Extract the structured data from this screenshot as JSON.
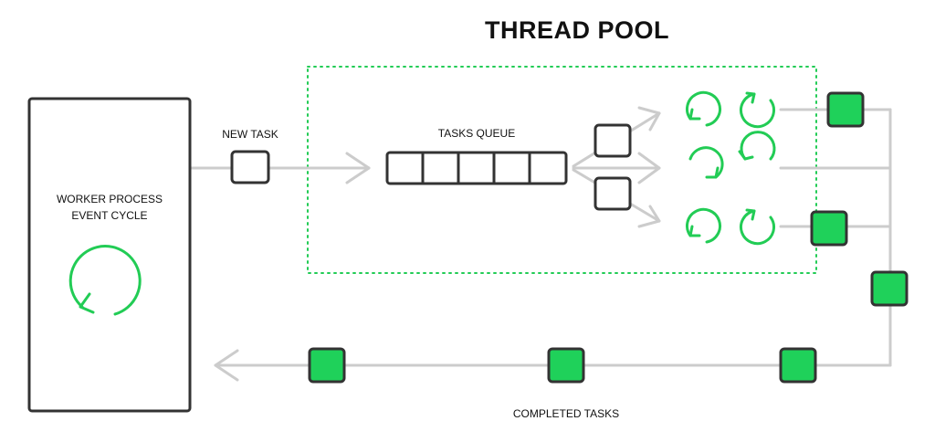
{
  "title": "THREAD POOL",
  "worker": {
    "line1": "WORKER PROCESS",
    "line2": "EVENT CYCLE"
  },
  "new_task_label": "NEW TASK",
  "queue_label": "TASKS QUEUE",
  "completed_label": "COMPLETED TASKS",
  "colors": {
    "accent": "#22CC55",
    "task_fill_green": "#1FD15A",
    "stroke": "#333333",
    "line": "#CCCCCC",
    "dotted": "#22CC55"
  }
}
